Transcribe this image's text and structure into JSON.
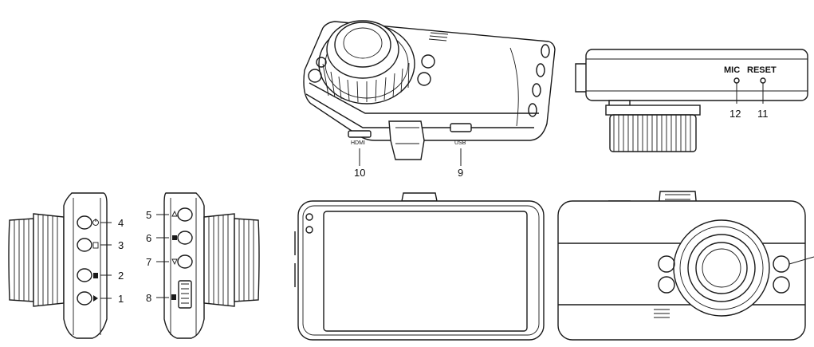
{
  "callouts": {
    "c1": "1",
    "c2": "2",
    "c3": "3",
    "c4": "4",
    "c5": "5",
    "c6": "6",
    "c7": "7",
    "c8": "8",
    "c9": "9",
    "c10": "10",
    "c11": "11",
    "c12": "12"
  },
  "labels": {
    "mic": "MIC",
    "reset": "RESET",
    "hdmi_port": "HDMI",
    "usb_port": "USB"
  },
  "icons": {
    "power": "power-icon",
    "mode": "mode-icon",
    "menu": "menu-icon",
    "ok": "ok-icon",
    "up": "up-arrow-icon",
    "record": "record-icon",
    "down": "down-arrow-icon",
    "sd": "sd-card-icon"
  }
}
